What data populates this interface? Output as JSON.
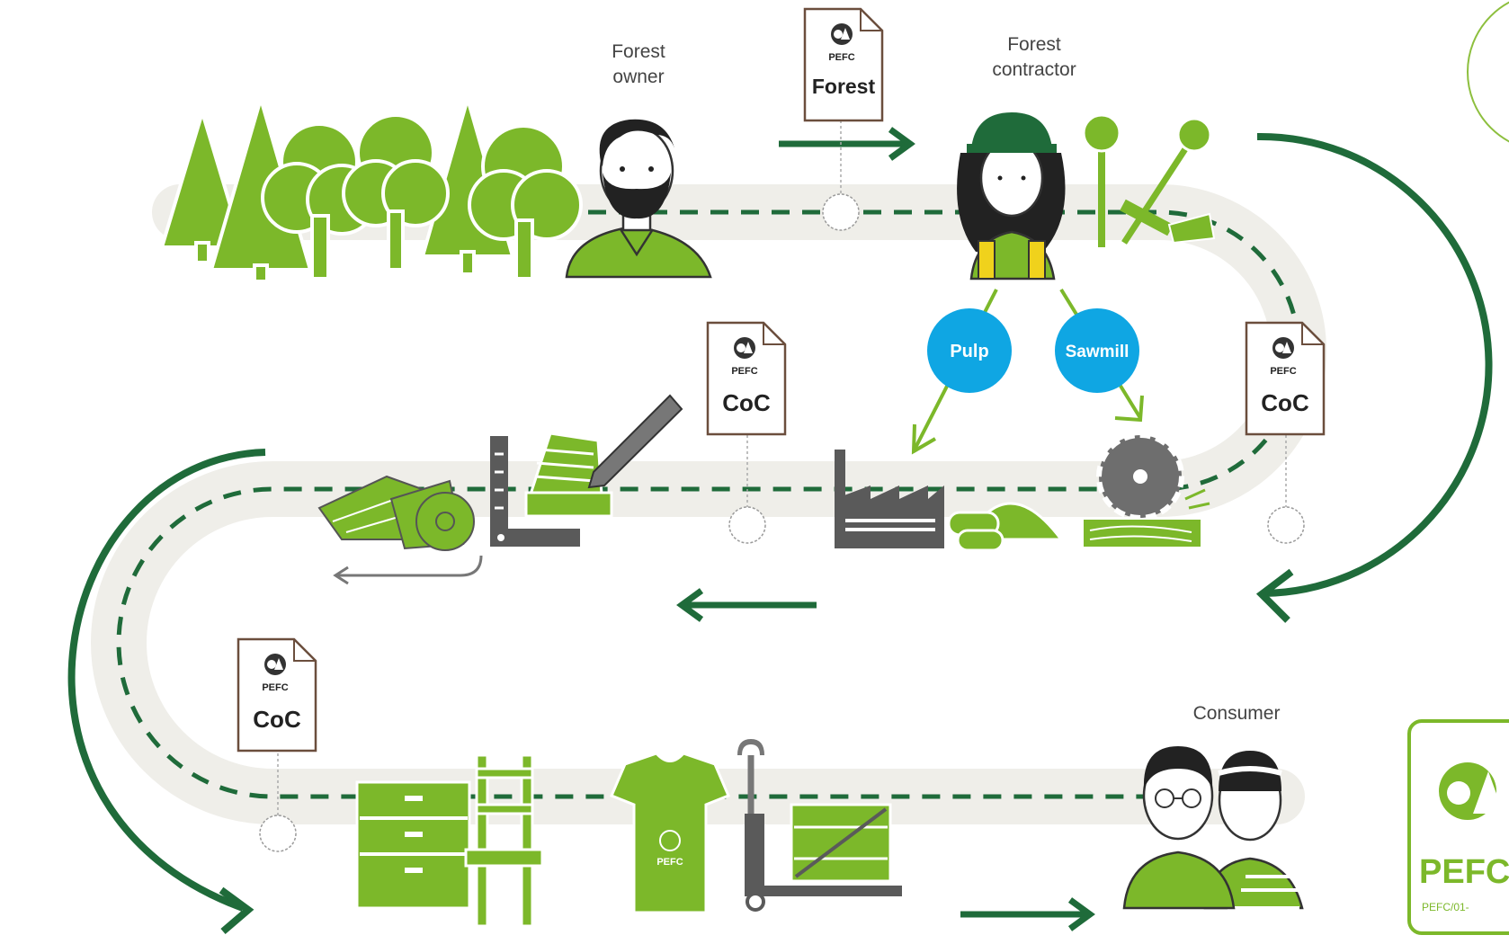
{
  "labels": {
    "forest_owner": [
      "Forest",
      "owner"
    ],
    "forest_contractor": [
      "Forest",
      "contractor"
    ],
    "consumer": "Consumer"
  },
  "documents": {
    "forest": {
      "brand": "PEFC",
      "tag": "Forest"
    },
    "coc_mid_left": {
      "brand": "PEFC",
      "tag": "CoC"
    },
    "coc_mid_right": {
      "brand": "PEFC",
      "tag": "CoC"
    },
    "coc_bottom": {
      "brand": "PEFC",
      "tag": "CoC"
    }
  },
  "branches": {
    "pulp": "Pulp",
    "sawmill": "Sawmill"
  },
  "tshirt_mark": "PEFC",
  "logo": {
    "brand": "PEFC",
    "code": "PEFC/01-"
  },
  "colors": {
    "dark_green": "#1f6b3a",
    "light_green": "#7cb82a",
    "road": "#efeee9",
    "grey": "#5a5a5a",
    "blue": "#0fa6e3",
    "doc_border": "#6b4e3d"
  }
}
